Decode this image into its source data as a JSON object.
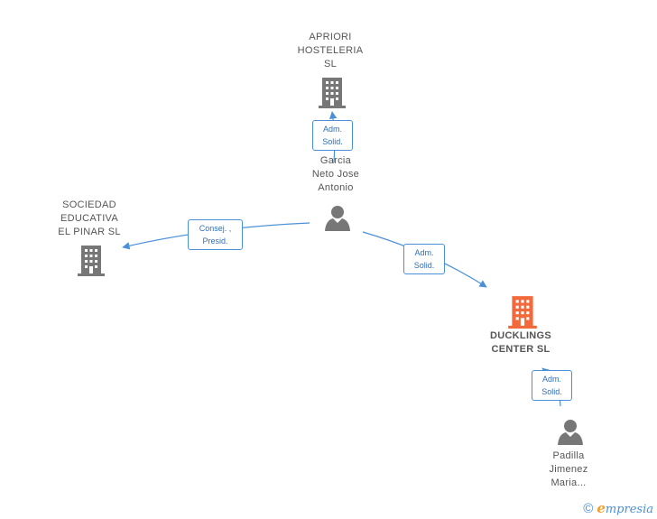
{
  "nodes": [
    {
      "id": "apriori",
      "kind": "company",
      "label": "APRIORI\nHOSTELERIA\nSL",
      "color": "#777777"
    },
    {
      "id": "sociedad",
      "kind": "company",
      "label": "SOCIEDAD\nEDUCATIVA\nEL PINAR SL",
      "color": "#777777"
    },
    {
      "id": "ducklings",
      "kind": "company-focus",
      "label": "DUCKLINGS\nCENTER SL",
      "color": "#f26a3b"
    },
    {
      "id": "garcia",
      "kind": "person",
      "label": "Garcia\nNeto Jose\nAntonio",
      "color": "#777777"
    },
    {
      "id": "padilla",
      "kind": "person",
      "label": "Padilla\nJimenez\nMaria...",
      "color": "#777777"
    }
  ],
  "edges": [
    {
      "from": "garcia",
      "to": "apriori",
      "label": "Adm.\nSolid."
    },
    {
      "from": "garcia",
      "to": "sociedad",
      "label": "Consej. ,\nPresid."
    },
    {
      "from": "garcia",
      "to": "ducklings",
      "label": "Adm.\nSolid."
    },
    {
      "from": "padilla",
      "to": "ducklings",
      "label": "Adm.\nSolid."
    }
  ],
  "colors": {
    "edge": "#4a90d9",
    "node": "#777777",
    "focus": "#f26a3b"
  },
  "footer": {
    "copyright_symbol": "©",
    "brand": "mpresia",
    "brand_initial": "e"
  }
}
